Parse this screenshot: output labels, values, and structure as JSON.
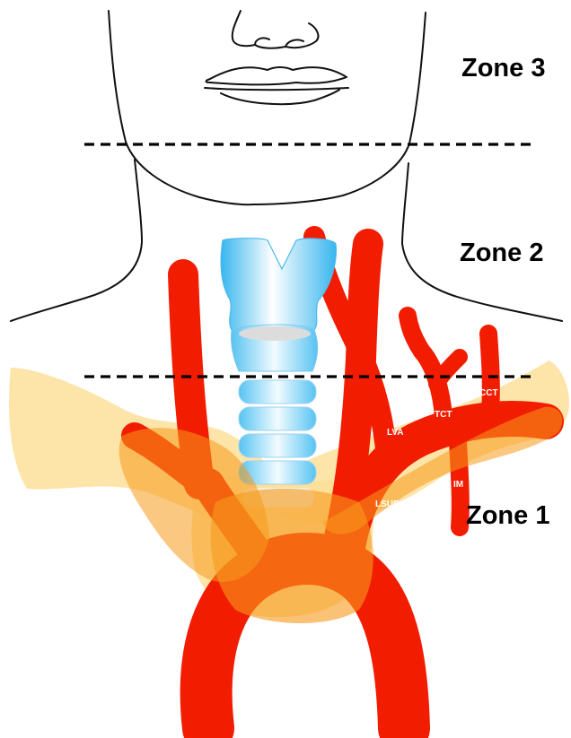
{
  "zones": [
    {
      "id": "zone-3",
      "label": "Zone 3"
    },
    {
      "id": "zone-2",
      "label": "Zone 2"
    },
    {
      "id": "zone-1",
      "label": "Zone 1"
    }
  ],
  "vessels": {
    "lva": "LVA",
    "tct": "TCT",
    "cct": "CCT",
    "lsub": "LSUB",
    "im": "IM"
  },
  "colors": {
    "artery": "#f21d00",
    "bone": "#fddf9a",
    "bone_dark": "#f79a1c",
    "cartilage_light": "#e6f7ff",
    "cartilage_blue": "#38b6ee",
    "ring_gray": "#dcdcdc",
    "outline": "#111111",
    "boundary": "#000000"
  }
}
